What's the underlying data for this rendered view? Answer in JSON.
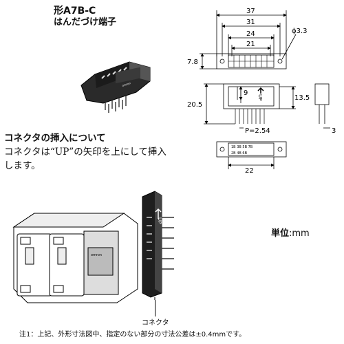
{
  "header": {
    "model": "形A7B-C",
    "subtitle": "はんだづけ端子"
  },
  "dimensions": {
    "overall_width": "37",
    "mounting_pitch": "31",
    "inner_width": "24",
    "key_width": "21",
    "hole_diameter": "ϕ3.3",
    "depth": "7.8",
    "height": "20.5",
    "body_height": "13.5",
    "terminal_offset": "9",
    "terminal_pitch": "P=2.54",
    "bottom_width": "22",
    "side_dim": "3",
    "up_mark": "UP"
  },
  "terminal_labels": {
    "row1": "1B 3B 5B 7B",
    "row2": "2B 4B 6B"
  },
  "insertion": {
    "heading": "コネクタの挿入について",
    "line1": "コネクタは“UP”の矢印を上にして挿入",
    "line2": "します。"
  },
  "unit": {
    "label": "単位",
    "value": ":mm"
  },
  "connector_label": "コネクタ",
  "footnote": "注1：上記、外形寸法図中、指定のない部分の寸法公差は±0.4mmです。"
}
